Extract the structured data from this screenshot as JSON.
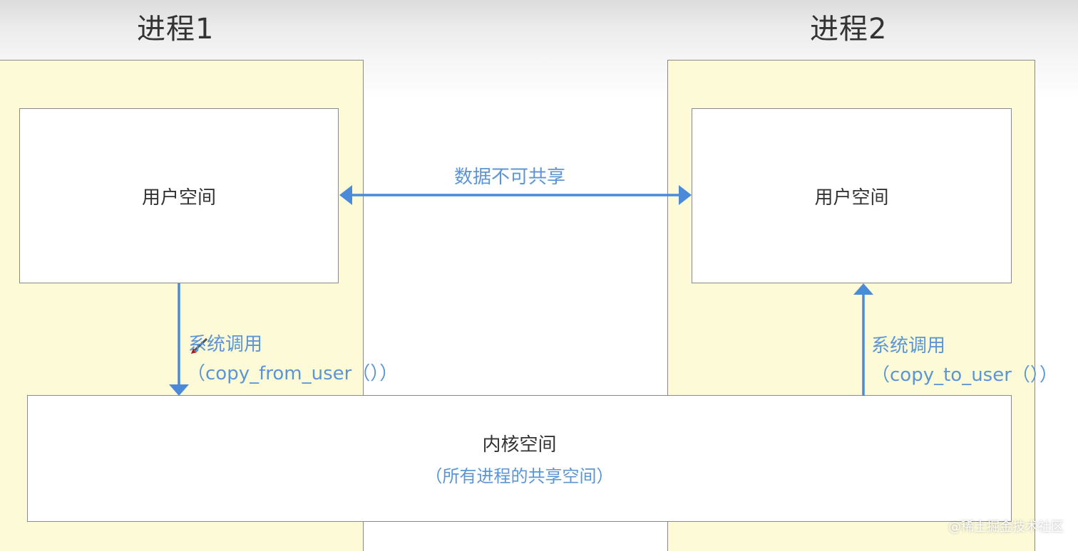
{
  "diagram": {
    "process1": {
      "title": "进程1",
      "user_space_label": "用户空间"
    },
    "process2": {
      "title": "进程2",
      "user_space_label": "用户空间"
    },
    "shared_arrow_label": "数据不可共享",
    "syscall_left": {
      "line1": "系统调用",
      "line2": "（copy_from_user（））"
    },
    "syscall_right": {
      "line1": "系统调用",
      "line2": "（copy_to_user（））"
    },
    "kernel": {
      "label": "内核空间",
      "sublabel": "（所有进程的共享空间）"
    },
    "colors": {
      "process_fill": "#fdfbd7",
      "arrow": "#4a8ad8",
      "label_blue": "#5b95d6",
      "border": "#8a8a8a"
    }
  },
  "watermark": "@稀土掘金技术社区"
}
